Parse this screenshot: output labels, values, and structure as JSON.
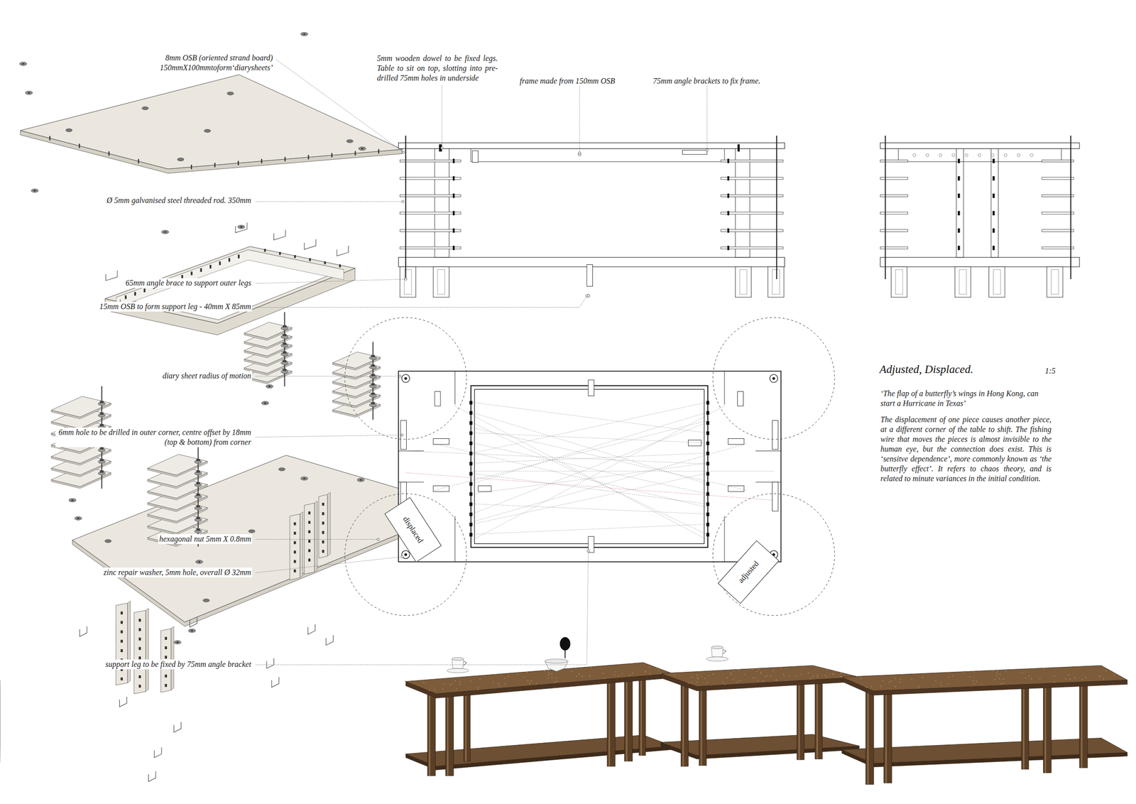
{
  "diagram": {
    "title": "Adjusted, Displaced.",
    "nodes": [
      {
        "text": [
          "displaced"
        ]
      },
      {
        "text": [
          "adjusted"
        ]
      }
    ],
    "labels": [
      "8mm OSB (oriented strand board) 150mmX100mmtoform‘diarysheets’",
      "5mm wooden dowel to be fixed legs. Table to sit on top, slotting into pre-drilled 75mm holes in underside",
      "frame made from 150mm OSB",
      "75mm angle brackets to fix frame.",
      "Ø 5mm galvanised steel threaded rod. 350mm",
      "65mm angle brace to support outer legs",
      "15mm OSB to form support leg - 40mm X 85mm",
      "diary sheet radius of motion",
      "6mm hole to be drilled in outer corner, centre offset by 18mm (top & bottom) from corner",
      "hexagonal nut 5mm X 0.8mm",
      "zinc repair washer, 5mm hole, overall Ø 32mm",
      "support leg to be fixed by 75mm angle bracket",
      "1:5",
      "‘The flap of a butterfly’s wings in Hong Kong, can start a Hurricane in Texas’",
      "The displacement of one piece causes another piece, at a different corner of the table to shift. The fishing wire that moves the pieces is almost invisible to the human eye, but the connection does exist. This is ‘sensitve dependence’, more commonly known as ‘the butterfly effect’. It refers to chaos theory, and is related to minute variances in the initial condition."
    ]
  }
}
